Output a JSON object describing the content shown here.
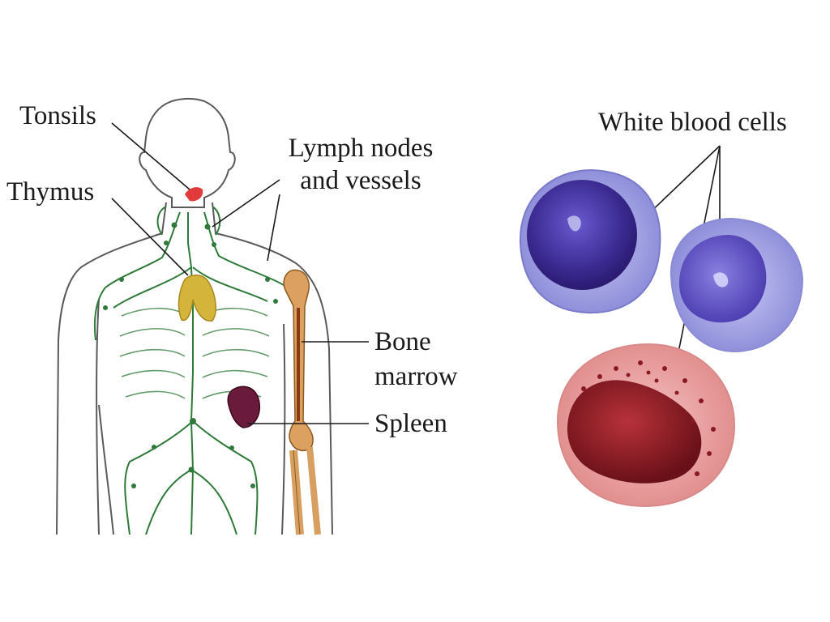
{
  "labels": {
    "tonsils": "Tonsils",
    "thymus": "Thymus",
    "lymph_nodes_line1": "Lymph nodes",
    "lymph_nodes_line2": "and vessels",
    "bone_marrow_line1": "Bone",
    "bone_marrow_line2": "marrow",
    "spleen": "Spleen",
    "white_blood_cells": "White blood cells"
  },
  "colors": {
    "body_outline": "#5a5a5a",
    "lymph_vessels": "#2f7a3a",
    "thymus": "#d4b43a",
    "tonsils": "#e23a3a",
    "spleen": "#6a1a3a",
    "bone": "#c8863a",
    "cell_blue": "#4a3aa0",
    "cell_blue_membrane": "#a8a8e8",
    "cell_red": "#8a1a22",
    "cell_red_membrane": "#f0a8a8"
  }
}
